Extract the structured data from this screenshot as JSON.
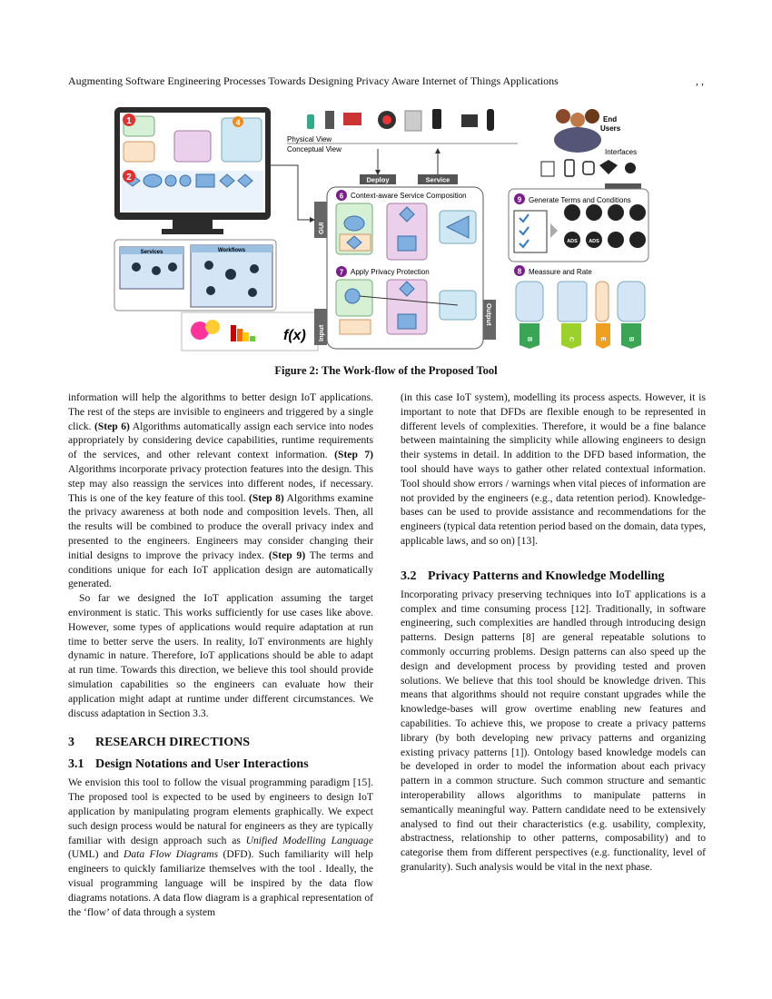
{
  "header": {
    "running_title": "Augmenting Software Engineering Processes Towards Designing Privacy Aware Internet of Things Applications",
    "page_marker": ", ,"
  },
  "figure": {
    "caption": "Figure 2: The Work-flow of the Proposed Tool",
    "labels": {
      "physical_view": "Physical View",
      "conceptual_view": "Conceptual View",
      "deploy": "Deploy",
      "service": "Service",
      "end_users": "End",
      "end_users2": "Users",
      "interfaces": "Interfaces",
      "step6": "Context-aware Service Composition",
      "step7": "Apply Privacy Protection",
      "step8": "Meassure and Rate",
      "step9": "Generate Terms and Conditions",
      "gui": "GUI",
      "input": "Input",
      "output": "Output",
      "services": "Services",
      "workflows": "Workflows",
      "ads": "ADS",
      "fx": "f(x)",
      "n1": "1",
      "n2": "2",
      "n4": "4",
      "n6": "6",
      "n7": "7",
      "n8": "8",
      "n9": "9",
      "r1": "B",
      "r2": "C",
      "r3": "E",
      "r4": "B"
    }
  },
  "left_column": {
    "p1": [
      "information will help the algorithms to better design IoT applications. The rest of the steps are invisible to engineers and triggered by a single click. ",
      {
        "b": "(Step 6)"
      },
      " Algorithms automatically assign each service into nodes appropriately by considering device capabilities, runtime requirements of the services, and other relevant context information. ",
      {
        "b": "(Step 7)"
      },
      " Algorithms incorporate privacy protection features into the design. This step may also reassign the services into different nodes, if necessary. This is one of the key feature of this tool. ",
      {
        "b": "(Step 8)"
      },
      " Algorithms examine the privacy awareness at both node and composition levels. Then, all the results will be combined to produce the overall privacy index and presented to the engineers. Engineers may consider changing their initial designs to improve the privacy index. ",
      {
        "b": "(Step 9)"
      },
      " The terms and conditions unique for each IoT application design are automatically generated."
    ],
    "p2": "So far we designed the IoT application assuming the target environment is static. This works sufficiently for use cases like above. However, some types of applications would require adaptation at run time to better serve the users. In reality, IoT environments are highly dynamic in nature. Therefore, IoT applications should be able to adapt at run time. Towards this direction, we believe this tool should provide simulation capabilities so the engineers can evaluate how their application might adapt at runtime under different circumstances. We discuss adaptation in Section 3.3.",
    "sec3_num": "3",
    "sec3_title": "RESEARCH DIRECTIONS",
    "sec31_num": "3.1",
    "sec31_title": "Design Notations and User Interactions",
    "p3": [
      "We envision this tool to follow the visual programming paradigm [15]. The proposed tool is expected to be used by engineers to design IoT application by manipulating program elements graphically. We expect such design process would be natural for engineers as they are typically familiar with design approach such as ",
      {
        "i": "Unified Modelling Language"
      },
      " (UML) and ",
      {
        "i": "Data Flow Diagrams"
      },
      " (DFD). Such familiarity will help engineers to quickly familiarize themselves with the tool . Ideally, the visual programming language will be inspired by the data flow diagrams notations. A data flow diagram is a graphical representation of the ‘flow’ of data through a system"
    ]
  },
  "right_column": {
    "p1": "(in this case IoT system), modelling its process aspects. However, it is important to note that DFDs are flexible enough to be represented in different levels of complexities. Therefore, it would be a fine balance between maintaining the simplicity while allowing engineers to design their systems in detail. In addition to the DFD based information, the tool should have ways to gather other related contextual information. Tool should show errors / warnings when vital pieces of information are not provided by the engineers (e.g., data retention period). Knowledge-bases can be used to provide assistance and recommendations for the engineers (typical data retention period based on the domain, data types, applicable laws, and so on) [13].",
    "sec32_num": "3.2",
    "sec32_title": "Privacy Patterns and Knowledge Modelling",
    "p2": "Incorporating privacy preserving techniques into IoT applications is a complex and time consuming process [12]. Traditionally, in software engineering, such complexities are handled through introducing design patterns. Design patterns [8] are general repeatable solutions to commonly occurring problems. Design patterns can also speed up the design and development process by providing tested and proven solutions. We believe that this tool should be knowledge driven. This means that algorithms should not require constant upgrades while the knowledge-bases will grow overtime enabling new features and capabilities. To achieve this, we propose to create a privacy patterns library (by both developing new privacy patterns and organizing existing privacy patterns [1]). Ontology based knowledge models can be developed in order to model the information about each privacy pattern in a common structure. Such common structure and semantic interoperability allows algorithms to manipulate patterns in semantically meaningful way. Pattern candidate need to be extensively analysed to find out their characteristics (e.g. usability, complexity, abstractness, relationship to other patterns, composability) and to categorise them from different perspectives (e.g. functionality, level of granularity). Such analysis would be vital in the next phase."
  }
}
